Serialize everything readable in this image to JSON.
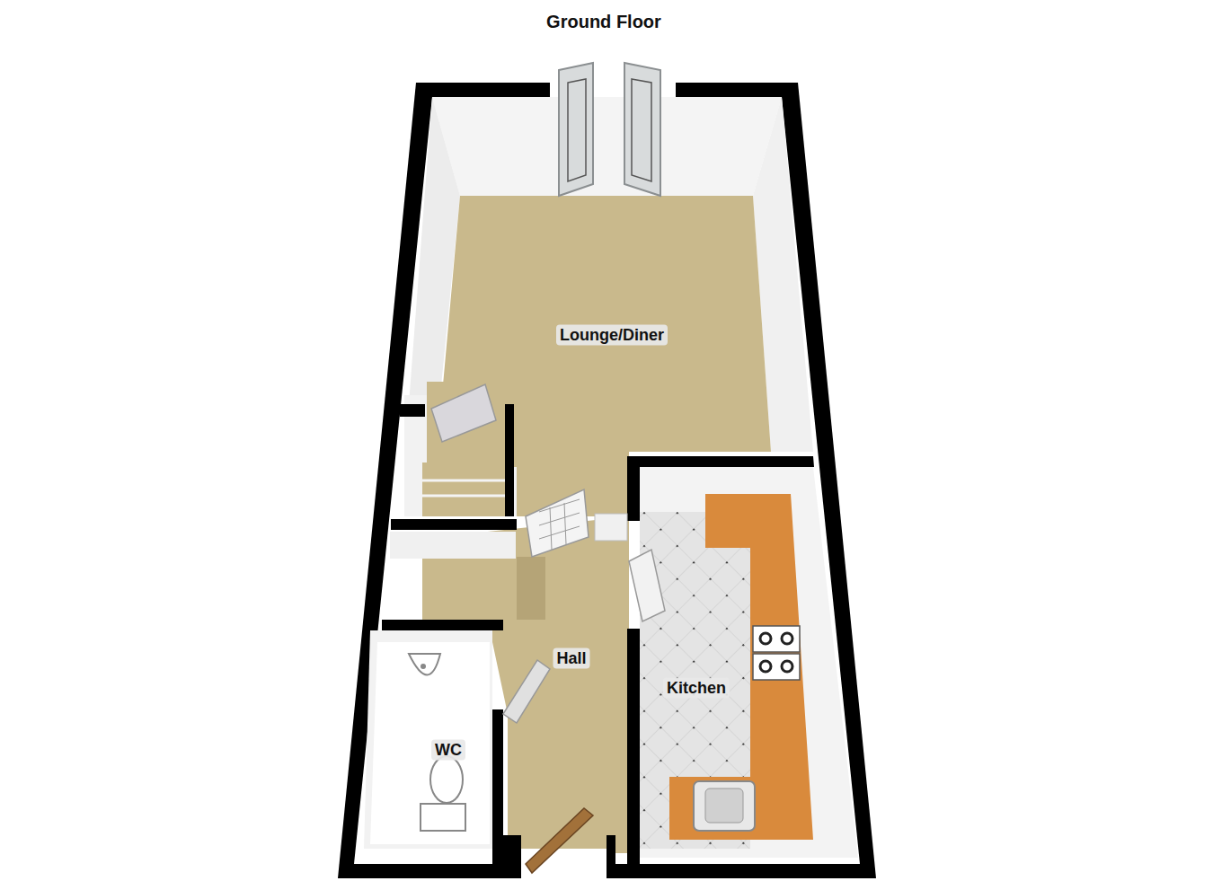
{
  "diagram": {
    "title": "Ground Floor",
    "labels": [
      "Lounge/Diner",
      "Hall",
      "Kitchen",
      "WC"
    ]
  }
}
